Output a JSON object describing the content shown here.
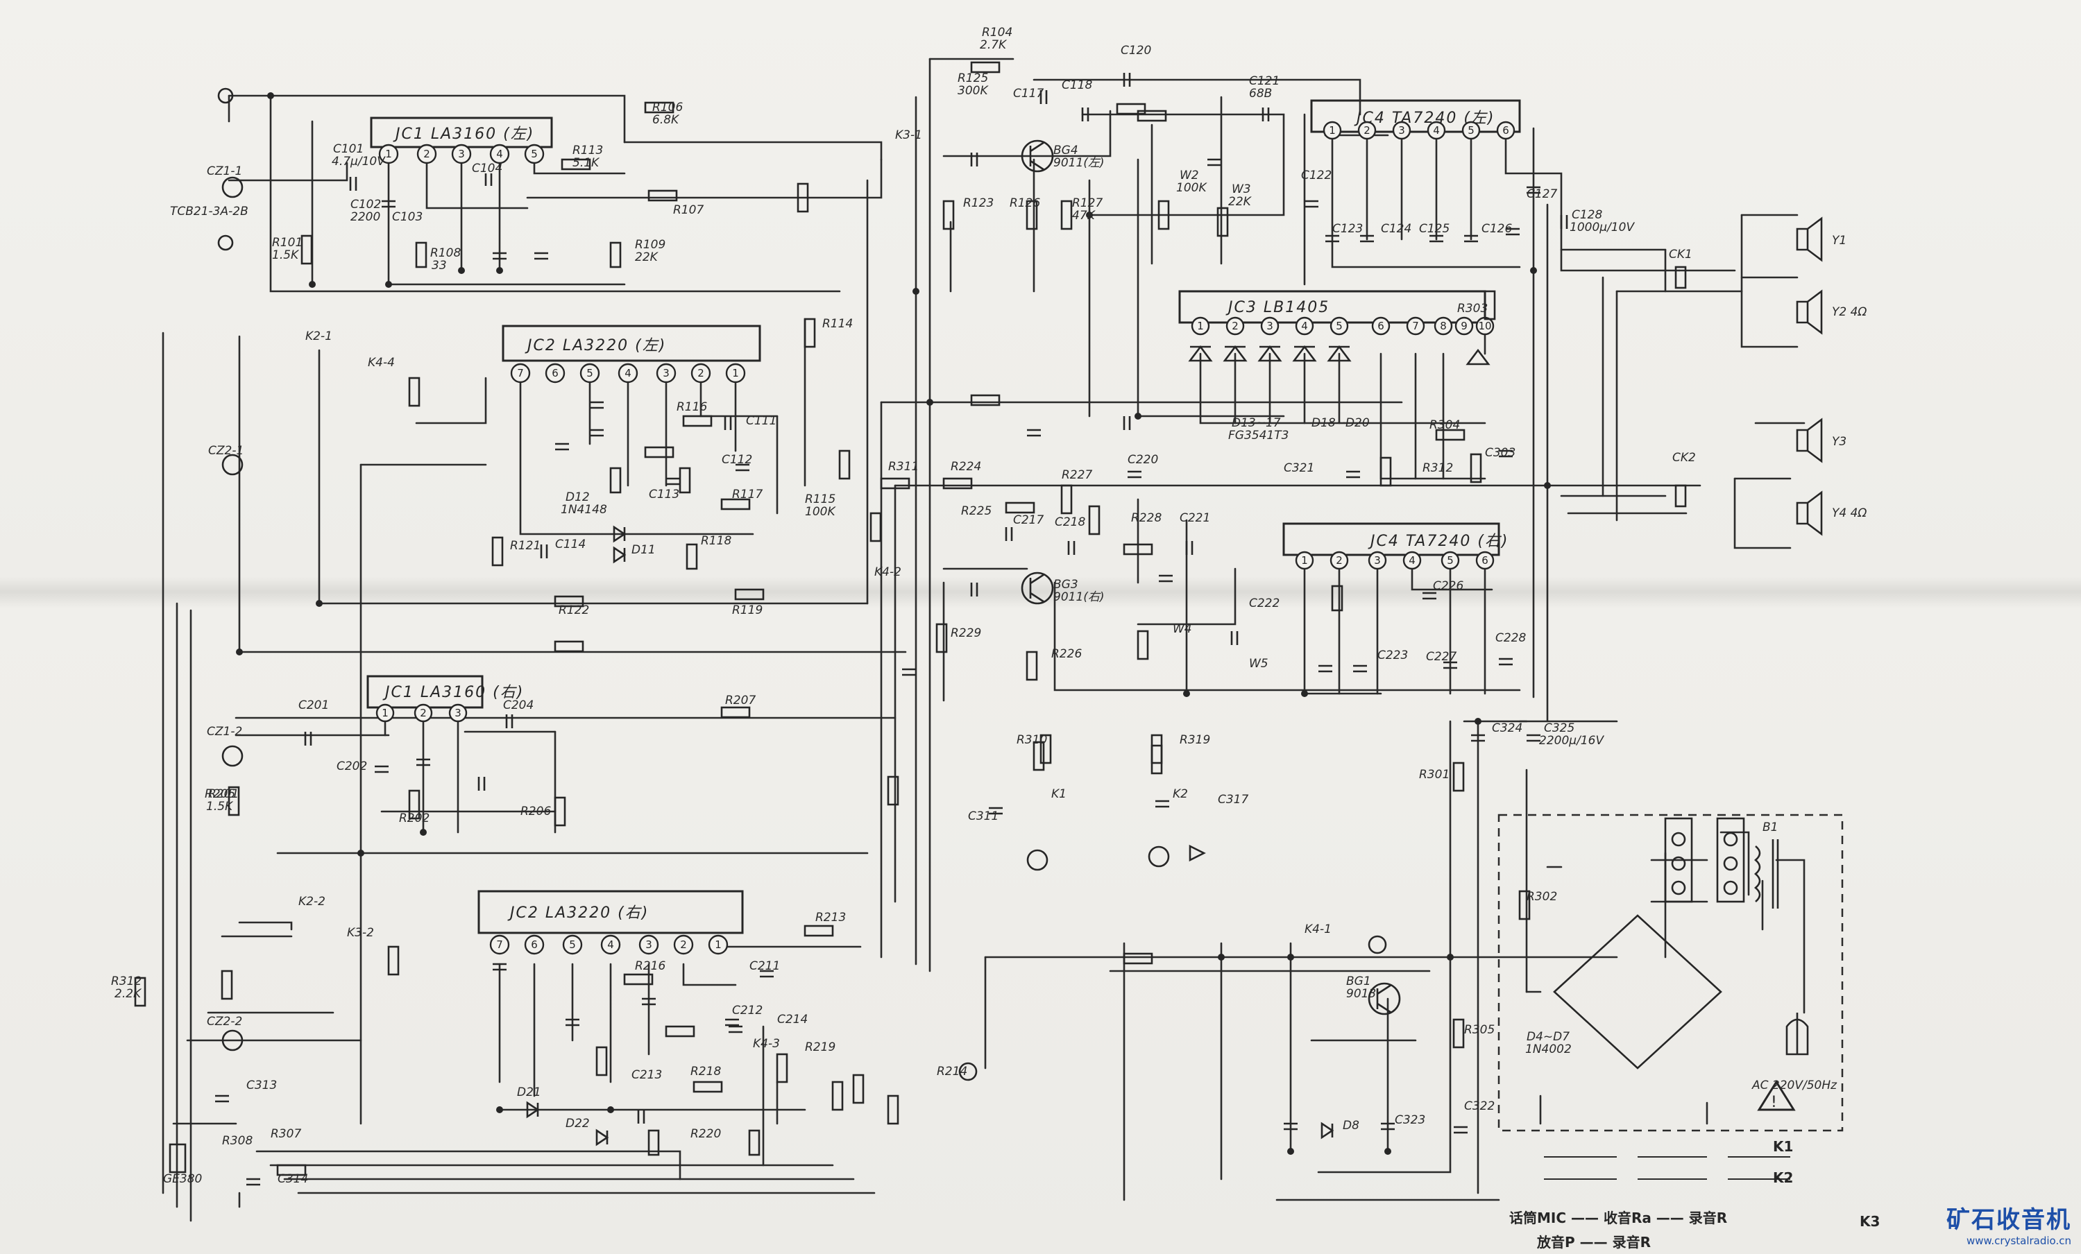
{
  "ics": [
    {
      "id": "ic1",
      "ref": "JC1",
      "part": "LA3160",
      "suffix": "(左)",
      "pins": [
        "1",
        "2",
        "3",
        "4",
        "5"
      ]
    },
    {
      "id": "ic2",
      "ref": "JC2",
      "part": "LA3220",
      "suffix": "(左)",
      "pins": [
        "7",
        "6",
        "5",
        "4",
        "3",
        "2",
        "1"
      ]
    },
    {
      "id": "ic3",
      "ref": "JC3",
      "part": "LB1405",
      "suffix": "",
      "pins": [
        "1",
        "2",
        "3",
        "4",
        "5",
        "6",
        "7",
        "8",
        "9",
        "10"
      ]
    },
    {
      "id": "ic4",
      "ref": "JC4",
      "part": "TA7240",
      "suffix": "(左)",
      "pins": [
        "1",
        "2",
        "3",
        "4",
        "5",
        "6"
      ]
    },
    {
      "id": "ic5",
      "ref": "JC4",
      "part": "TA7240",
      "suffix": "(右)",
      "pins": [
        "1",
        "2",
        "3",
        "4",
        "5",
        "6"
      ]
    },
    {
      "id": "ic6",
      "ref": "JC1",
      "part": "LA3160",
      "suffix": "(右)",
      "pins": [
        "1",
        "2",
        "3"
      ]
    },
    {
      "id": "ic7",
      "ref": "JC2",
      "part": "LA3220",
      "suffix": "(右)",
      "pins": [
        "7",
        "6",
        "5",
        "4",
        "3",
        "2",
        "1"
      ]
    }
  ],
  "labels": [
    {
      "id": "l01",
      "text": "R104"
    },
    {
      "id": "l02",
      "text": "2.7K"
    },
    {
      "id": "l03",
      "text": "R125"
    },
    {
      "id": "l04",
      "text": "300K"
    },
    {
      "id": "l05",
      "text": "C117"
    },
    {
      "id": "l06",
      "text": "C118"
    },
    {
      "id": "l07",
      "text": "C120"
    },
    {
      "id": "l08",
      "text": "C121"
    },
    {
      "id": "l09",
      "text": "68B"
    },
    {
      "id": "l10",
      "text": "R106"
    },
    {
      "id": "l11",
      "text": "6.8K"
    },
    {
      "id": "l12",
      "text": "R113"
    },
    {
      "id": "l13",
      "text": "5.1K"
    },
    {
      "id": "l14",
      "text": "C101"
    },
    {
      "id": "l15",
      "text": "4.7μ/10V"
    },
    {
      "id": "l16",
      "text": "C102"
    },
    {
      "id": "l17",
      "text": "2200"
    },
    {
      "id": "l18",
      "text": "C103"
    },
    {
      "id": "l19",
      "text": "C104"
    },
    {
      "id": "l20",
      "text": "R101"
    },
    {
      "id": "l21",
      "text": "1.5K"
    },
    {
      "id": "l22",
      "text": "R107"
    },
    {
      "id": "l23",
      "text": "R108"
    },
    {
      "id": "l24",
      "text": "33"
    },
    {
      "id": "l25",
      "text": "R109"
    },
    {
      "id": "l26",
      "text": "22K"
    },
    {
      "id": "l27",
      "text": "BG4"
    },
    {
      "id": "l28",
      "text": "9011(左)"
    },
    {
      "id": "l29",
      "text": "R123"
    },
    {
      "id": "l30",
      "text": "R126"
    },
    {
      "id": "l31",
      "text": "R127"
    },
    {
      "id": "l32",
      "text": "47K"
    },
    {
      "id": "l33",
      "text": "W2"
    },
    {
      "id": "l34",
      "text": "100K"
    },
    {
      "id": "l35",
      "text": "W3"
    },
    {
      "id": "l36",
      "text": "22K"
    },
    {
      "id": "l37",
      "text": "C122"
    },
    {
      "id": "l38",
      "text": "C123"
    },
    {
      "id": "l39",
      "text": "C124"
    },
    {
      "id": "l40",
      "text": "C125"
    },
    {
      "id": "l41",
      "text": "C126"
    },
    {
      "id": "l42",
      "text": "C127"
    },
    {
      "id": "l43",
      "text": "C128"
    },
    {
      "id": "l44",
      "text": "1000μ/10V"
    },
    {
      "id": "l45",
      "text": "R114"
    },
    {
      "id": "l46",
      "text": "R115"
    },
    {
      "id": "l47",
      "text": "100K"
    },
    {
      "id": "l48",
      "text": "R116"
    },
    {
      "id": "l49",
      "text": "R117"
    },
    {
      "id": "l50",
      "text": "R118"
    },
    {
      "id": "l51",
      "text": "R119"
    },
    {
      "id": "l52",
      "text": "C111"
    },
    {
      "id": "l53",
      "text": "C112"
    },
    {
      "id": "l54",
      "text": "C113"
    },
    {
      "id": "l55",
      "text": "C114"
    },
    {
      "id": "l56",
      "text": "D11"
    },
    {
      "id": "l57",
      "text": "D12"
    },
    {
      "id": "l58",
      "text": "1N4148"
    },
    {
      "id": "l59",
      "text": "R121"
    },
    {
      "id": "l60",
      "text": "R122"
    },
    {
      "id": "l61",
      "text": "D13~17"
    },
    {
      "id": "l62",
      "text": "FG3541T3"
    },
    {
      "id": "l63",
      "text": "D18~D20"
    },
    {
      "id": "l64",
      "text": "R303"
    },
    {
      "id": "l65",
      "text": "R304"
    },
    {
      "id": "l66",
      "text": "C303"
    },
    {
      "id": "l67",
      "text": "C321"
    },
    {
      "id": "l68",
      "text": "R312"
    },
    {
      "id": "l69",
      "text": "R311"
    },
    {
      "id": "l70",
      "text": "R224"
    },
    {
      "id": "l71",
      "text": "R225"
    },
    {
      "id": "l72",
      "text": "R227"
    },
    {
      "id": "l73",
      "text": "R228"
    },
    {
      "id": "l74",
      "text": "C217"
    },
    {
      "id": "l75",
      "text": "C218"
    },
    {
      "id": "l76",
      "text": "C220"
    },
    {
      "id": "l77",
      "text": "C221"
    },
    {
      "id": "l78",
      "text": "C222"
    },
    {
      "id": "l79",
      "text": "C223"
    },
    {
      "id": "l80",
      "text": "C226"
    },
    {
      "id": "l81",
      "text": "C227"
    },
    {
      "id": "l82",
      "text": "C228"
    },
    {
      "id": "l83",
      "text": "BG3"
    },
    {
      "id": "l84",
      "text": "9011(右)"
    },
    {
      "id": "l85",
      "text": "R229"
    },
    {
      "id": "l86",
      "text": "R226"
    },
    {
      "id": "l87",
      "text": "W4"
    },
    {
      "id": "l88",
      "text": "W5"
    },
    {
      "id": "l89",
      "text": "C201"
    },
    {
      "id": "l90",
      "text": "C202"
    },
    {
      "id": "l91",
      "text": "R201"
    },
    {
      "id": "l92",
      "text": "R202"
    },
    {
      "id": "l93",
      "text": "R206"
    },
    {
      "id": "l94",
      "text": "R207"
    },
    {
      "id": "l95",
      "text": "C204"
    },
    {
      "id": "l96",
      "text": "R310"
    },
    {
      "id": "l97",
      "text": "R319"
    },
    {
      "id": "l98",
      "text": "C311"
    },
    {
      "id": "l99",
      "text": "C317"
    },
    {
      "id": "m01",
      "text": "R301"
    },
    {
      "id": "m02",
      "text": "C324"
    },
    {
      "id": "m03",
      "text": "C325"
    },
    {
      "id": "m04",
      "text": "2200μ/16V"
    },
    {
      "id": "m05",
      "text": "R302"
    },
    {
      "id": "m06",
      "text": "BG1"
    },
    {
      "id": "m07",
      "text": "9013"
    },
    {
      "id": "m08",
      "text": "R305"
    },
    {
      "id": "m09",
      "text": "D8"
    },
    {
      "id": "m10",
      "text": "C322"
    },
    {
      "id": "m11",
      "text": "C323"
    },
    {
      "id": "m12",
      "text": "D4~D7"
    },
    {
      "id": "m13",
      "text": "1N4002"
    },
    {
      "id": "m14",
      "text": "AC 220V/50Hz"
    },
    {
      "id": "m15",
      "text": "B1"
    },
    {
      "id": "m16",
      "text": "R213"
    },
    {
      "id": "m17",
      "text": "R214"
    },
    {
      "id": "m18",
      "text": "R216"
    },
    {
      "id": "m19",
      "text": "R218"
    },
    {
      "id": "m20",
      "text": "R219"
    },
    {
      "id": "m21",
      "text": "R220"
    },
    {
      "id": "m22",
      "text": "C211"
    },
    {
      "id": "m23",
      "text": "C212"
    },
    {
      "id": "m24",
      "text": "C213"
    },
    {
      "id": "m25",
      "text": "C214"
    },
    {
      "id": "m26",
      "text": "D21"
    },
    {
      "id": "m27",
      "text": "D22"
    },
    {
      "id": "m28",
      "text": "R308"
    },
    {
      "id": "m29",
      "text": "R307"
    },
    {
      "id": "m30",
      "text": "C313"
    },
    {
      "id": "m31",
      "text": "C314"
    },
    {
      "id": "m32",
      "text": "CZ1-1"
    },
    {
      "id": "m33",
      "text": "CZ2-1"
    },
    {
      "id": "m34",
      "text": "CZ1-2"
    },
    {
      "id": "m35",
      "text": "CZ2-2"
    },
    {
      "id": "m36",
      "text": "CK1"
    },
    {
      "id": "m37",
      "text": "CK2"
    },
    {
      "id": "m38",
      "text": "Y1"
    },
    {
      "id": "m39",
      "text": "Y2 4Ω"
    },
    {
      "id": "m40",
      "text": "Y3"
    },
    {
      "id": "m41",
      "text": "Y4 4Ω"
    },
    {
      "id": "m42",
      "text": "K1"
    },
    {
      "id": "m43",
      "text": "K2"
    },
    {
      "id": "m44",
      "text": "K4-1"
    },
    {
      "id": "m45",
      "text": "K4-2"
    },
    {
      "id": "m46",
      "text": "K4-3"
    },
    {
      "id": "m47",
      "text": "K4-4"
    },
    {
      "id": "m48",
      "text": "K3-1"
    },
    {
      "id": "m49",
      "text": "K3-2"
    },
    {
      "id": "m50",
      "text": "K2-1"
    },
    {
      "id": "m51",
      "text": "K2-2"
    },
    {
      "id": "m52",
      "text": "TCB21-3A-2B"
    },
    {
      "id": "m53",
      "text": "R312"
    },
    {
      "id": "m54",
      "text": "2.2K"
    },
    {
      "id": "m55",
      "text": "GE380"
    },
    {
      "id": "m56",
      "text": "R205"
    },
    {
      "id": "m57",
      "text": "1.5K"
    }
  ],
  "legend": {
    "line1": "话筒MIC —— 收音Ra —— 录音R",
    "line2": "放音P —— 录音R",
    "k1": "K1",
    "k2": "K2",
    "k3": "K3"
  },
  "brand": {
    "name": "矿石收音机",
    "url": "www.crystalradio.cn"
  }
}
